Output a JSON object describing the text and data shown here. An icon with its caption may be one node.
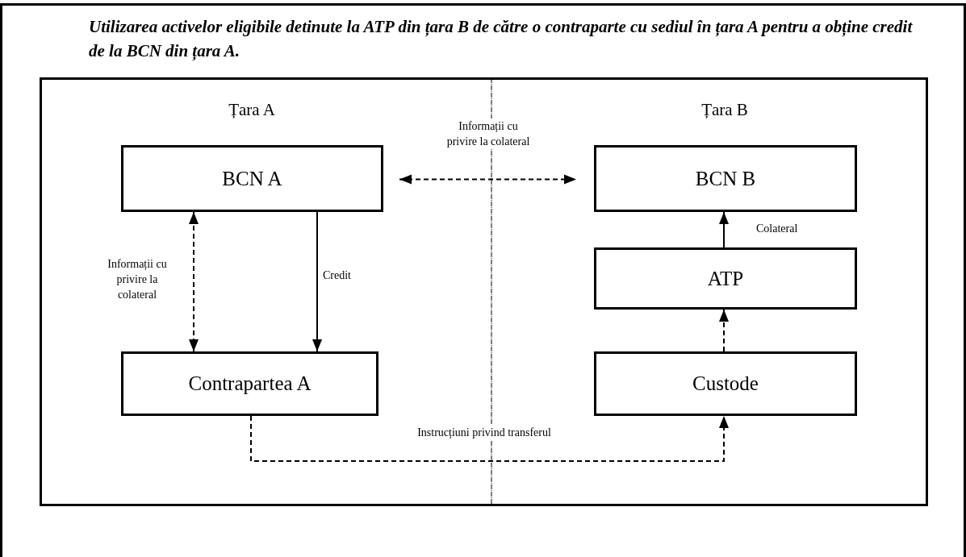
{
  "diagram": {
    "title": "Utilizarea activelor eligibile detinute la ATP din țara B de către o contraparte cu sediul în țara A pentru a obține credit de la BCN din țara A.",
    "nodes": [
      {
        "text": [
          "BCN A"
        ]
      },
      {
        "text": [
          "Contrapartea A"
        ]
      },
      {
        "text": [
          "BCN B"
        ]
      },
      {
        "text": [
          "ATP"
        ]
      },
      {
        "text": [
          "Custode"
        ]
      }
    ],
    "edges": [
      {
        "from": 0,
        "to": 2,
        "arrow": "both",
        "style": "dashed",
        "label": "Informații cu privire la colateral"
      },
      {
        "from": 1,
        "to": 0,
        "arrow": "both",
        "style": "dashed",
        "label": "Informații cu privire la colateral"
      },
      {
        "from": 0,
        "to": 1,
        "arrow": "to",
        "label": "Credit"
      },
      {
        "from": 3,
        "to": 2,
        "arrow": "to",
        "label": "Colateral"
      },
      {
        "from": 4,
        "to": 3,
        "arrow": "to",
        "style": "dashed"
      },
      {
        "from": 1,
        "to": 4,
        "arrow": "to",
        "style": "dashed",
        "label": "Instrucțiuni privind transferul"
      }
    ],
    "labels": [
      "Țara A",
      "Țara B"
    ]
  }
}
